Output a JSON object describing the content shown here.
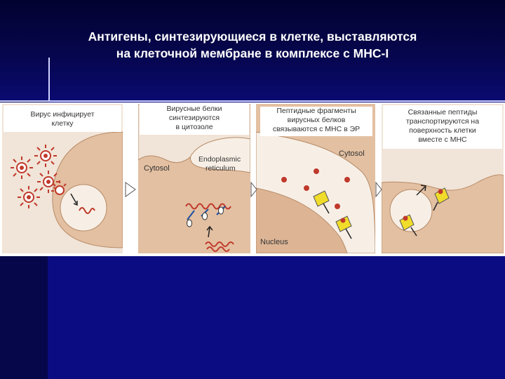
{
  "title": {
    "line1": "Антигены, синтезирующиеся в клетке, выставляются",
    "line2": "на клеточной мембране в комплексе с МНС-I"
  },
  "panels": [
    {
      "caption_lines": [
        "Вирус инфицирует",
        "клетку"
      ]
    },
    {
      "caption_lines": [
        "Вирусные белки",
        "синтезируются",
        "в цитозоле"
      ],
      "labels": {
        "cytosol": "Cytosol",
        "er_line1": "Endoplasmic",
        "er_line2": "reticulum"
      }
    },
    {
      "caption_lines": [
        "Пептидные фрагменты",
        "вирусных белков",
        "связываются с МНС в ЭР"
      ],
      "labels": {
        "cytosol": "Cytosol",
        "nucleus": "Nucleus"
      }
    },
    {
      "caption_lines": [
        "Связанные пептиды",
        "транспортируются на",
        "поверхность клетки",
        "вместе с МНС"
      ]
    }
  ],
  "colors": {
    "background": "#0c0c82",
    "panel": "#f1e4d8",
    "cell": "#e3c0a2",
    "er": "#f7efe6",
    "nucleus": "#ddb595",
    "virus": "#c0392b",
    "mhc": "#f0dc2a"
  }
}
